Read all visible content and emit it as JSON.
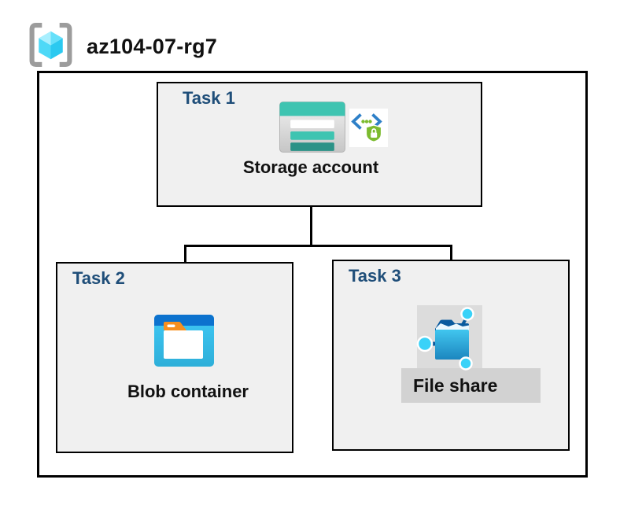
{
  "header": {
    "icon": "resource-group-icon",
    "title": "az104-07-rg7"
  },
  "tasks": [
    {
      "label": "Task 1",
      "resource_label": "Storage account",
      "icons": [
        "storage-account-icon",
        "sas-shield-icon"
      ]
    },
    {
      "label": "Task 2",
      "resource_label": "Blob container",
      "icons": [
        "blob-container-icon"
      ]
    },
    {
      "label": "Task 3",
      "resource_label": "File share",
      "icons": [
        "file-share-icon"
      ]
    }
  ],
  "connections": [
    {
      "from": "Storage account",
      "to": "Blob container"
    },
    {
      "from": "Storage account",
      "to": "File share"
    }
  ],
  "colors": {
    "task_label": "#1F4E79",
    "task_box_fill": "#F0F0F0",
    "outline": "#000000",
    "storage_teal": "#3EC4B1",
    "storage_teal_dark": "#2B9287",
    "blob_header_blue": "#0C72CE",
    "blob_body_cyan": "#3FC8F5",
    "folder_tab_orange": "#F78F1E",
    "file_share_navy": "#0A5A9E",
    "file_share_node_cyan": "#39D2F8",
    "sas_green": "#7CBB2F",
    "sas_bracket_blue": "#2E80C8",
    "rg_bracket_gray": "#9C9C9C",
    "rg_cube_cyan": "#50E6FF",
    "selection_gray": "#DCDCDC"
  }
}
